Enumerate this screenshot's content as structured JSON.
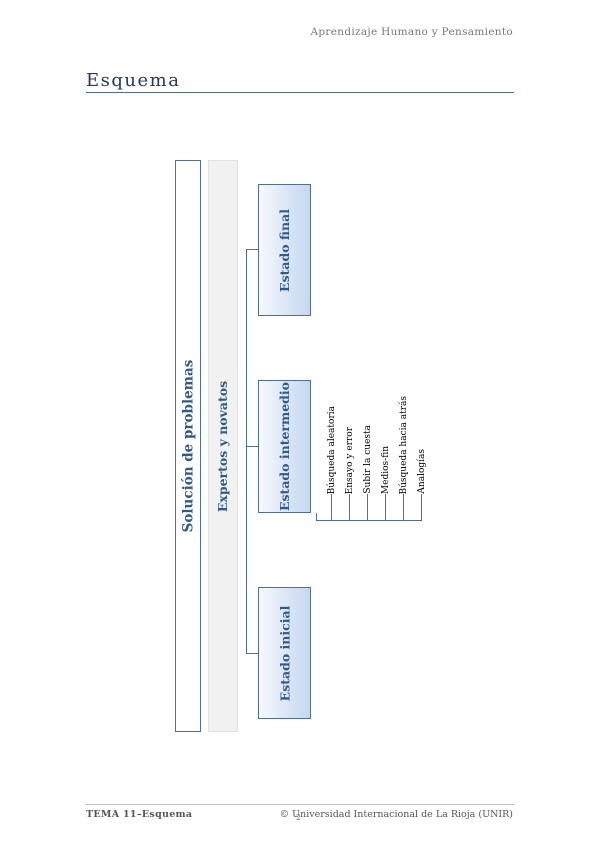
{
  "header": {
    "course_title": "Aprendizaje Humano y Pensamiento"
  },
  "section": {
    "title": "Esquema"
  },
  "diagram": {
    "main_box": "Solución de problemas",
    "sub_box": "Expertos y novatos",
    "states": {
      "final": "Estado final",
      "intermediate": "Estado intermedio",
      "initial": "Estado inicial"
    },
    "methods": [
      "Búsqueda aleatoria",
      "Ensayo y error",
      "Subir la cuesta",
      "Medios-fin",
      "Búsqueda hacia atrás",
      "Analogías"
    ]
  },
  "footer": {
    "left": "TEMA 11–Esquema",
    "page": "2",
    "right": "© Universidad Internacional de La Rioja (UNIR)"
  },
  "colors": {
    "accent": "#1f3864",
    "box_text": "#2e5a8c",
    "line": "#4f6f9a",
    "state_fill": "#c5d7f0"
  }
}
